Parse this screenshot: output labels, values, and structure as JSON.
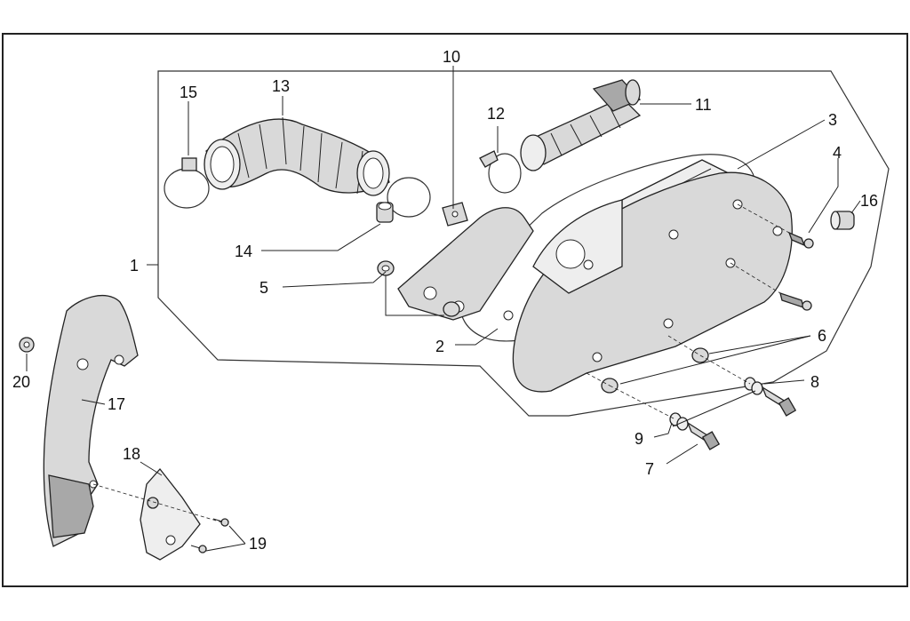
{
  "diagram": {
    "callouts": [
      {
        "id": "c1",
        "label": "1"
      },
      {
        "id": "c2",
        "label": "2"
      },
      {
        "id": "c3",
        "label": "3"
      },
      {
        "id": "c4",
        "label": "4"
      },
      {
        "id": "c5",
        "label": "5"
      },
      {
        "id": "c6",
        "label": "6"
      },
      {
        "id": "c7",
        "label": "7"
      },
      {
        "id": "c8",
        "label": "8"
      },
      {
        "id": "c9",
        "label": "9"
      },
      {
        "id": "c10",
        "label": "10"
      },
      {
        "id": "c11",
        "label": "11"
      },
      {
        "id": "c12",
        "label": "12"
      },
      {
        "id": "c13",
        "label": "13"
      },
      {
        "id": "c14",
        "label": "14"
      },
      {
        "id": "c15",
        "label": "15"
      },
      {
        "id": "c16",
        "label": "16"
      },
      {
        "id": "c17",
        "label": "17"
      },
      {
        "id": "c18",
        "label": "18"
      },
      {
        "id": "c19",
        "label": "19"
      },
      {
        "id": "c20",
        "label": "20"
      }
    ],
    "colors": {
      "line": "#222222",
      "fill": "#d9d9d9",
      "fill_dark": "#a8a8a8",
      "background": "#ffffff"
    }
  }
}
